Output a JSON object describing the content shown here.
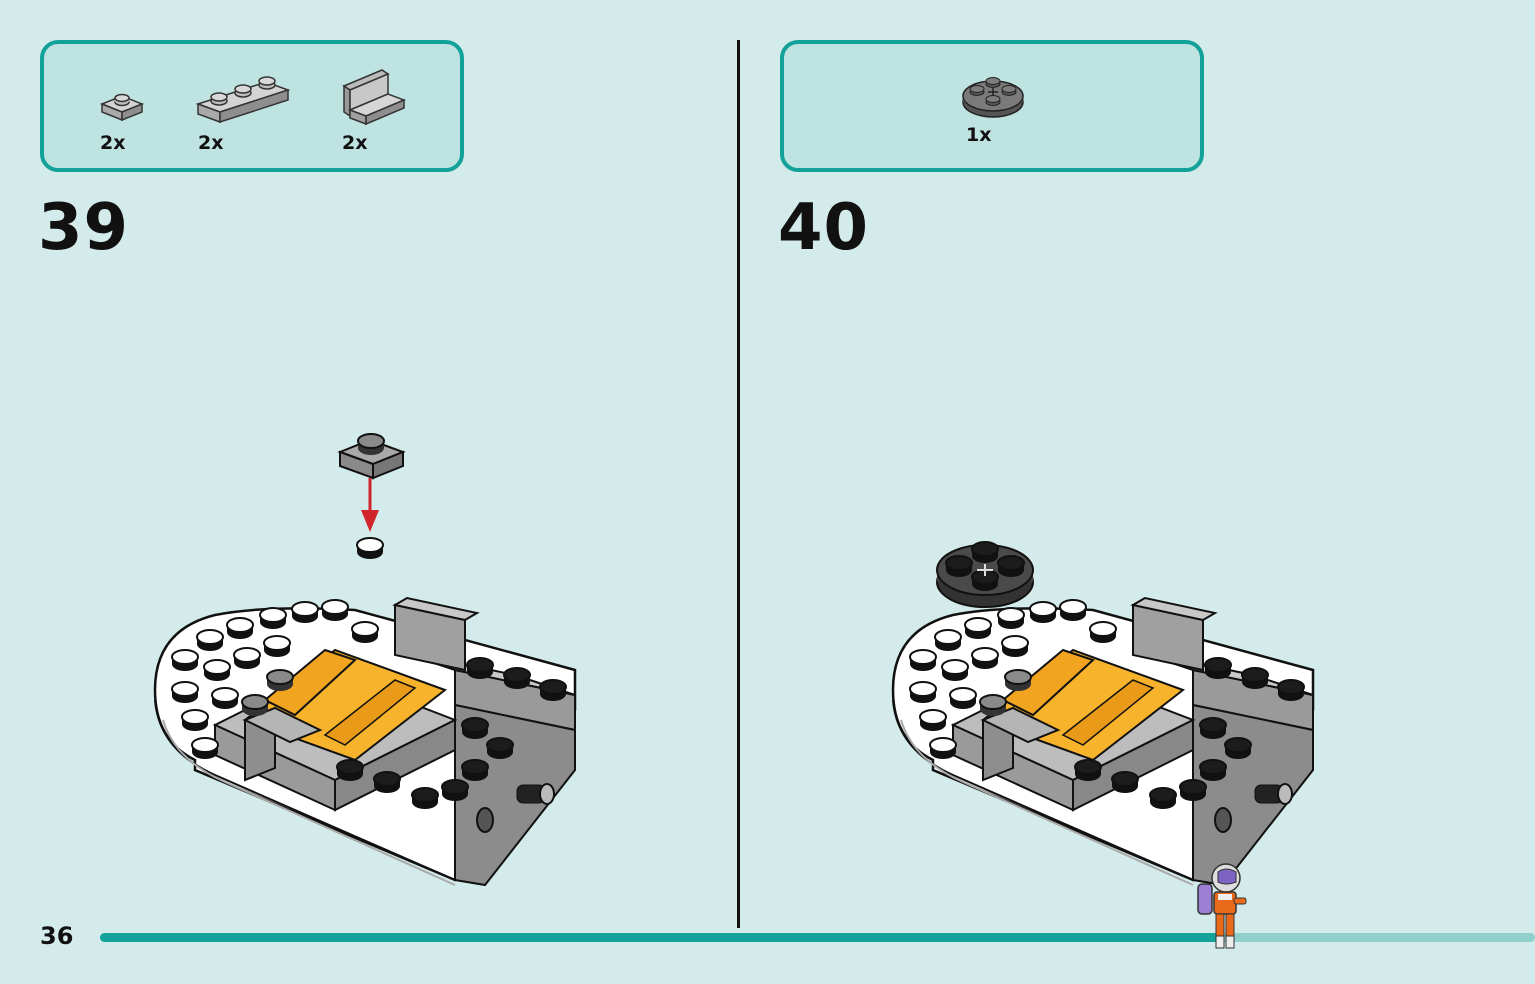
{
  "page": {
    "number": "36"
  },
  "steps": [
    {
      "number": "39",
      "parts": [
        {
          "qty": "2x",
          "icon": "plate-1x1-grey"
        },
        {
          "qty": "2x",
          "icon": "plate-1x3-grey"
        },
        {
          "qty": "2x",
          "icon": "bracket-grey"
        }
      ]
    },
    {
      "number": "40",
      "parts": [
        {
          "qty": "1x",
          "icon": "round-plate-2x2-dark-grey"
        }
      ]
    }
  ],
  "progress": {
    "fraction": 0.78
  },
  "colors": {
    "accent": "#12a29a",
    "background": "#d3ebea",
    "box_fill": "#bfe3e1",
    "orange": "#f7b32b",
    "arrow": "#d0252b"
  }
}
